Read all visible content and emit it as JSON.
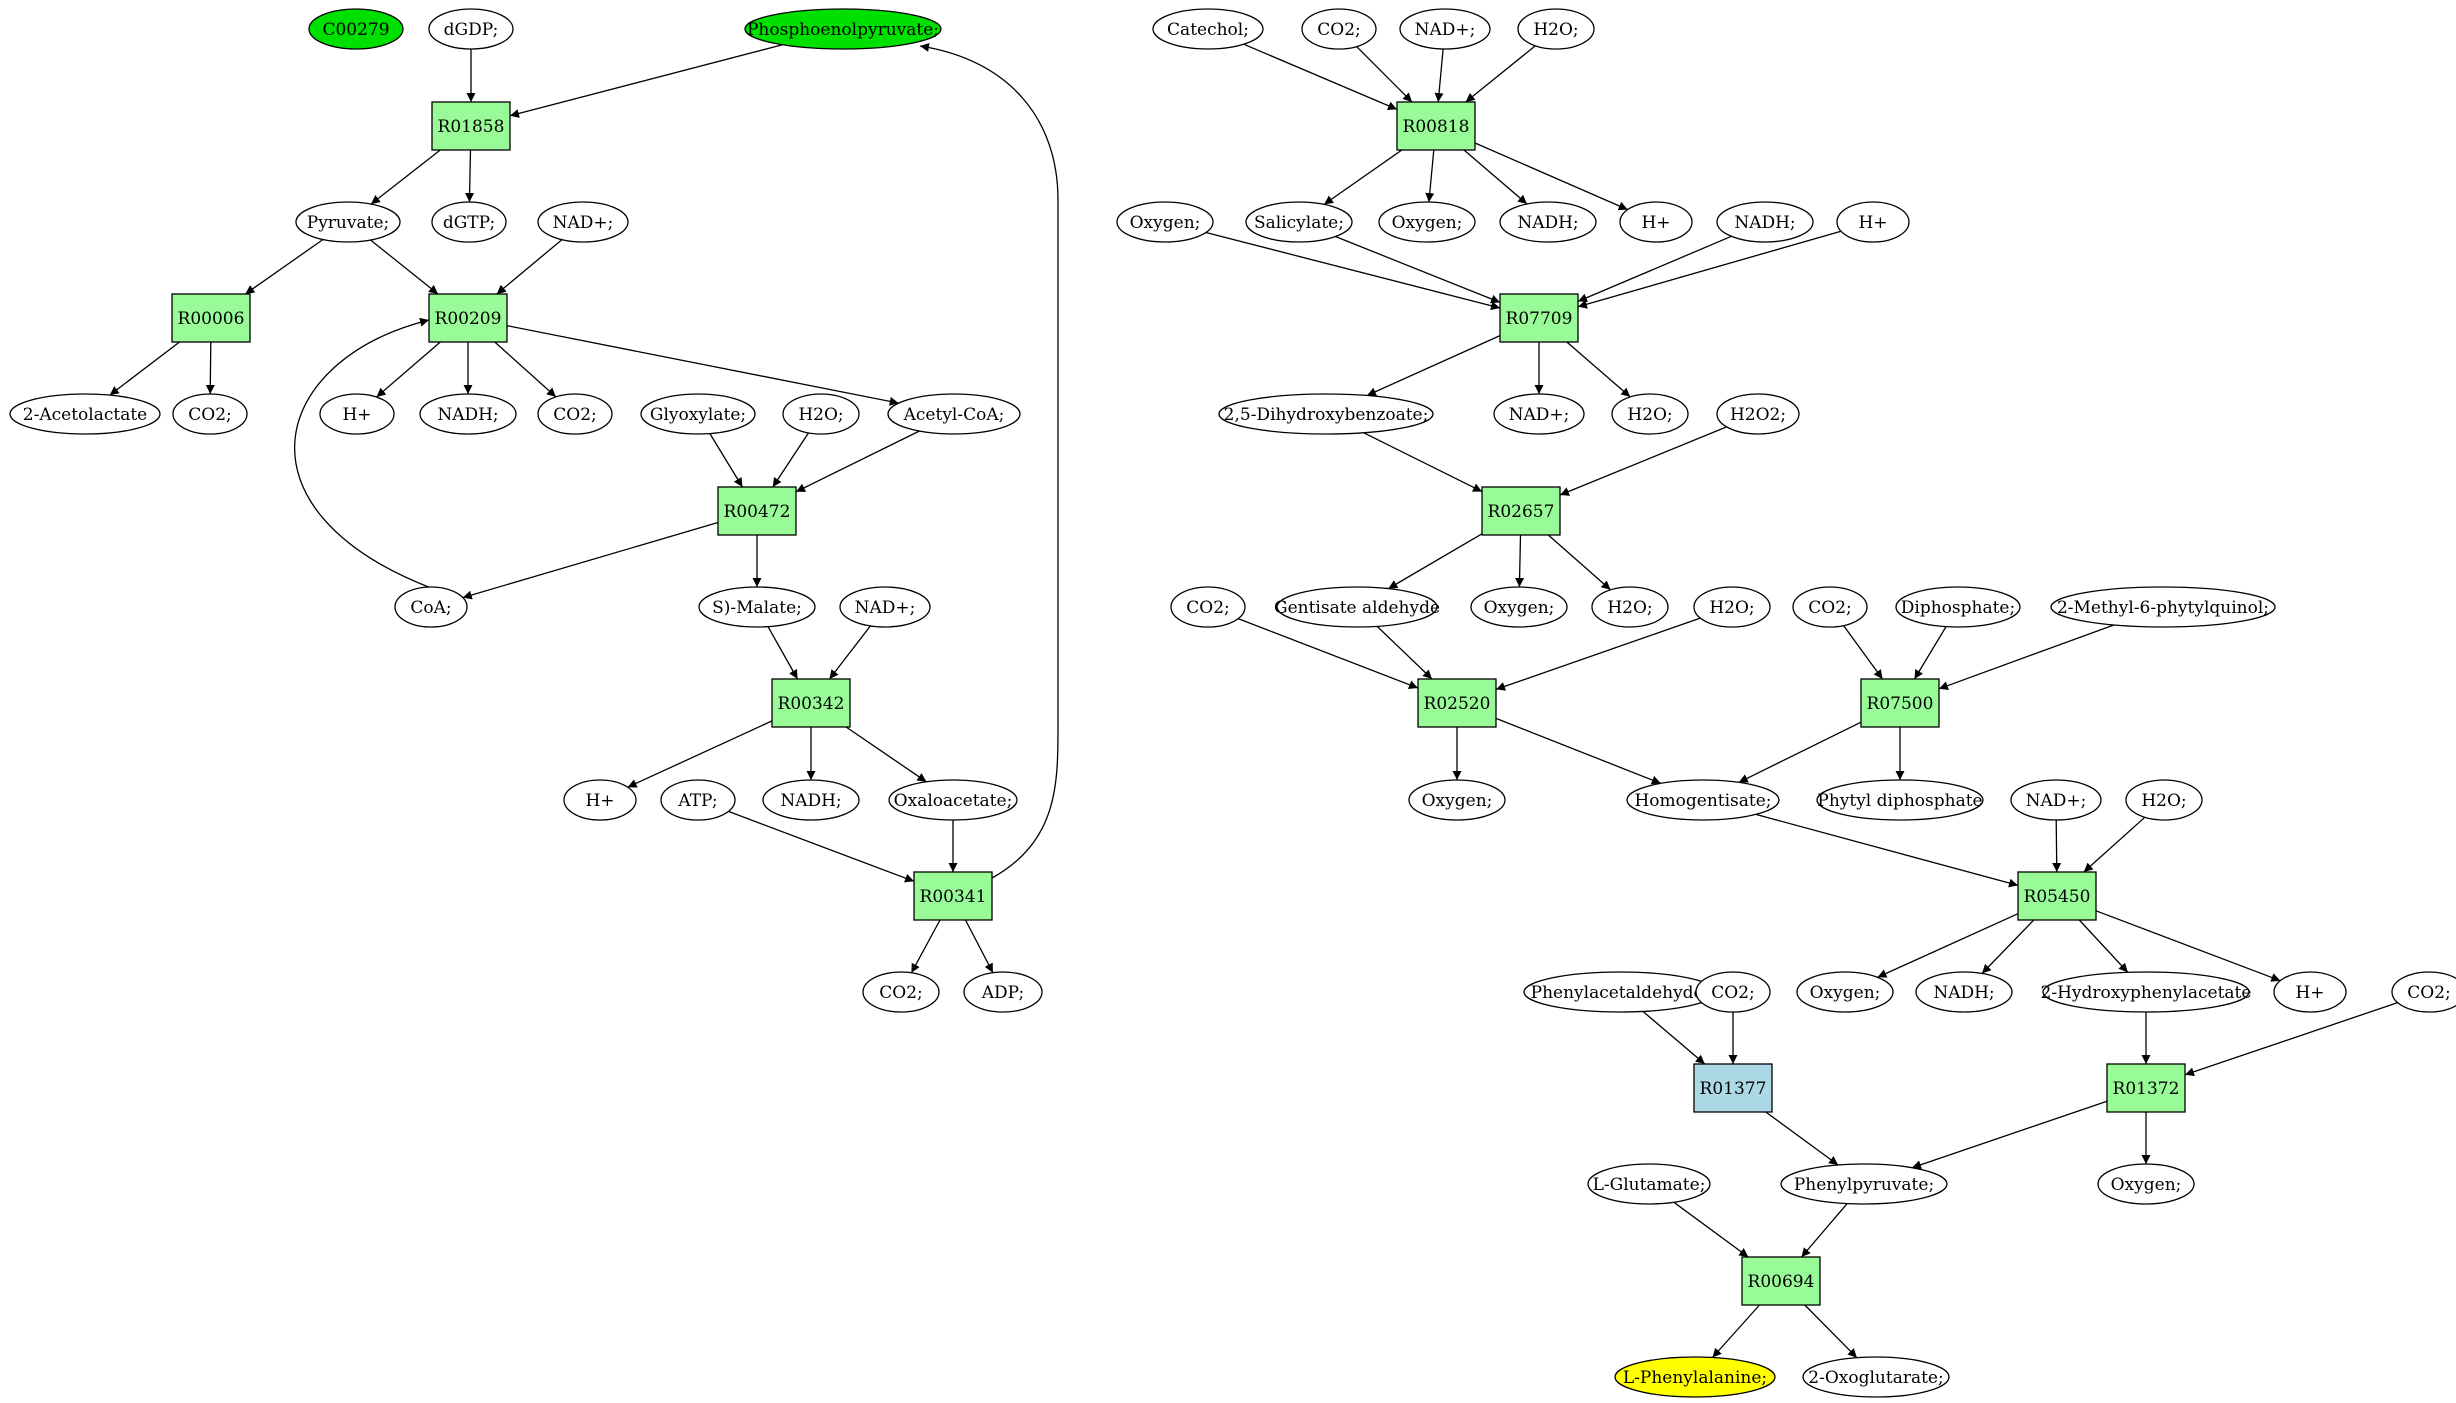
{
  "colors": {
    "reaction": "#98fb98",
    "reaction_highlight": "#add8e6",
    "compound": "#ffffff",
    "compound_green": "#00e000",
    "compound_yellow": "#ffff00",
    "edge": "#000000"
  },
  "compounds": [
    {
      "id": "c_c00279",
      "label": "C00279",
      "fill": "green"
    },
    {
      "id": "c_dgdp",
      "label": "dGDP;"
    },
    {
      "id": "c_pep",
      "label": "Phosphoenolpyruvate;",
      "fill": "green"
    },
    {
      "id": "c_pyruvate",
      "label": "Pyruvate;"
    },
    {
      "id": "c_dgtp",
      "label": "dGTP;"
    },
    {
      "id": "c_nad1",
      "label": "NAD+;"
    },
    {
      "id": "c_acetolactate",
      "label": "2-Acetolactate"
    },
    {
      "id": "c_co2_a",
      "label": "CO2;"
    },
    {
      "id": "c_h_a",
      "label": "H+"
    },
    {
      "id": "c_nadh_a",
      "label": "NADH;"
    },
    {
      "id": "c_co2_b",
      "label": "CO2;"
    },
    {
      "id": "c_glyoxylate",
      "label": "Glyoxylate;"
    },
    {
      "id": "c_h2o_a",
      "label": "H2O;"
    },
    {
      "id": "c_acetylcoa",
      "label": "Acetyl-CoA;"
    },
    {
      "id": "c_coa",
      "label": "CoA;"
    },
    {
      "id": "c_smalate",
      "label": "S)-Malate;"
    },
    {
      "id": "c_nad2",
      "label": "NAD+;"
    },
    {
      "id": "c_h_b",
      "label": "H+"
    },
    {
      "id": "c_atp",
      "label": "ATP;"
    },
    {
      "id": "c_nadh_b",
      "label": "NADH;"
    },
    {
      "id": "c_oxaloacetate",
      "label": "Oxaloacetate;"
    },
    {
      "id": "c_co2_c",
      "label": "CO2;"
    },
    {
      "id": "c_adp",
      "label": "ADP;"
    },
    {
      "id": "c_catechol",
      "label": "Catechol;"
    },
    {
      "id": "c_co2_d",
      "label": "CO2;"
    },
    {
      "id": "c_nad3",
      "label": "NAD+;"
    },
    {
      "id": "c_h2o_b",
      "label": "H2O;"
    },
    {
      "id": "c_oxygen_a",
      "label": "Oxygen;"
    },
    {
      "id": "c_salicylate",
      "label": "Salicylate;"
    },
    {
      "id": "c_oxygen_b",
      "label": "Oxygen;"
    },
    {
      "id": "c_nadh_c",
      "label": "NADH;"
    },
    {
      "id": "c_h_c",
      "label": "H+"
    },
    {
      "id": "c_nadh_d",
      "label": "NADH;"
    },
    {
      "id": "c_h_d",
      "label": "H+"
    },
    {
      "id": "c_dhb",
      "label": "2,5-Dihydroxybenzoate;"
    },
    {
      "id": "c_nad4",
      "label": "NAD+;"
    },
    {
      "id": "c_h2o_c",
      "label": "H2O;"
    },
    {
      "id": "c_h2o2",
      "label": "H2O2;"
    },
    {
      "id": "c_co2_e",
      "label": "CO2;"
    },
    {
      "id": "c_gentisald",
      "label": "Gentisate aldehyde"
    },
    {
      "id": "c_oxygen_c",
      "label": "Oxygen;"
    },
    {
      "id": "c_h2o_d",
      "label": "H2O;"
    },
    {
      "id": "c_h2o_e",
      "label": "H2O;"
    },
    {
      "id": "c_co2_f",
      "label": "CO2;"
    },
    {
      "id": "c_diphosphate",
      "label": "Diphosphate;"
    },
    {
      "id": "c_mpq",
      "label": "2-Methyl-6-phytylquinol;"
    },
    {
      "id": "c_oxygen_d",
      "label": "Oxygen;"
    },
    {
      "id": "c_homogentisate",
      "label": "Homogentisate;"
    },
    {
      "id": "c_phytyldp",
      "label": "Phytyl diphosphate"
    },
    {
      "id": "c_nad5",
      "label": "NAD+;"
    },
    {
      "id": "c_h2o_f",
      "label": "H2O;"
    },
    {
      "id": "c_phenylacetald",
      "label": "Phenylacetaldehyde;"
    },
    {
      "id": "c_co2_g",
      "label": "CO2;"
    },
    {
      "id": "c_oxygen_e",
      "label": "Oxygen;"
    },
    {
      "id": "c_nadh_e",
      "label": "NADH;"
    },
    {
      "id": "c_hpa",
      "label": "2-Hydroxyphenylacetate"
    },
    {
      "id": "c_h_e",
      "label": "H+"
    },
    {
      "id": "c_co2_h",
      "label": "CO2;"
    },
    {
      "id": "c_glutamate",
      "label": "L-Glutamate;"
    },
    {
      "id": "c_phenylpyruvate",
      "label": "Phenylpyruvate;"
    },
    {
      "id": "c_oxygen_f",
      "label": "Oxygen;"
    },
    {
      "id": "c_phenylalanine",
      "label": "L-Phenylalanine;",
      "fill": "yellow"
    },
    {
      "id": "c_oxoglutarate",
      "label": "2-Oxoglutarate;"
    }
  ],
  "reactions": [
    {
      "id": "r01858",
      "label": "R01858"
    },
    {
      "id": "r00006",
      "label": "R00006"
    },
    {
      "id": "r00209",
      "label": "R00209"
    },
    {
      "id": "r00472",
      "label": "R00472"
    },
    {
      "id": "r00342",
      "label": "R00342"
    },
    {
      "id": "r00341",
      "label": "R00341"
    },
    {
      "id": "r00818",
      "label": "R00818"
    },
    {
      "id": "r07709",
      "label": "R07709"
    },
    {
      "id": "r02657",
      "label": "R02657"
    },
    {
      "id": "r02520",
      "label": "R02520"
    },
    {
      "id": "r07500",
      "label": "R07500"
    },
    {
      "id": "r05450",
      "label": "R05450"
    },
    {
      "id": "r01377",
      "label": "R01377",
      "highlight": true
    },
    {
      "id": "r01372",
      "label": "R01372"
    },
    {
      "id": "r00694",
      "label": "R00694"
    }
  ],
  "edges": [
    [
      "c_dgdp",
      "r01858"
    ],
    [
      "c_pep",
      "r01858"
    ],
    [
      "r01858",
      "c_pyruvate"
    ],
    [
      "r01858",
      "c_dgtp"
    ],
    [
      "c_pyruvate",
      "r00006"
    ],
    [
      "c_pyruvate",
      "r00209"
    ],
    [
      "c_nad1",
      "r00209"
    ],
    [
      "c_coa",
      "r00209"
    ],
    [
      "r00006",
      "c_acetolactate"
    ],
    [
      "r00006",
      "c_co2_a"
    ],
    [
      "r00209",
      "c_h_a"
    ],
    [
      "r00209",
      "c_nadh_a"
    ],
    [
      "r00209",
      "c_co2_b"
    ],
    [
      "r00209",
      "c_acetylcoa"
    ],
    [
      "c_glyoxylate",
      "r00472"
    ],
    [
      "c_h2o_a",
      "r00472"
    ],
    [
      "c_acetylcoa",
      "r00472"
    ],
    [
      "r00472",
      "c_coa"
    ],
    [
      "r00472",
      "c_smalate"
    ],
    [
      "c_smalate",
      "r00342"
    ],
    [
      "c_nad2",
      "r00342"
    ],
    [
      "r00342",
      "c_h_b"
    ],
    [
      "r00342",
      "c_nadh_b"
    ],
    [
      "r00342",
      "c_oxaloacetate"
    ],
    [
      "c_atp",
      "r00341"
    ],
    [
      "c_oxaloacetate",
      "r00341"
    ],
    [
      "r00341",
      "c_co2_c"
    ],
    [
      "r00341",
      "c_adp"
    ],
    [
      "r00341",
      "c_pep"
    ],
    [
      "c_catechol",
      "r00818"
    ],
    [
      "c_co2_d",
      "r00818"
    ],
    [
      "c_nad3",
      "r00818"
    ],
    [
      "c_h2o_b",
      "r00818"
    ],
    [
      "r00818",
      "c_salicylate"
    ],
    [
      "r00818",
      "c_oxygen_b"
    ],
    [
      "r00818",
      "c_nadh_c"
    ],
    [
      "r00818",
      "c_h_c"
    ],
    [
      "c_oxygen_a",
      "r07709"
    ],
    [
      "c_salicylate",
      "r07709"
    ],
    [
      "c_nadh_d",
      "r07709"
    ],
    [
      "c_h_d",
      "r07709"
    ],
    [
      "r07709",
      "c_dhb"
    ],
    [
      "r07709",
      "c_nad4"
    ],
    [
      "r07709",
      "c_h2o_c"
    ],
    [
      "c_dhb",
      "r02657"
    ],
    [
      "c_h2o2",
      "r02657"
    ],
    [
      "r02657",
      "c_gentisald"
    ],
    [
      "r02657",
      "c_oxygen_c"
    ],
    [
      "r02657",
      "c_h2o_d"
    ],
    [
      "c_co2_e",
      "r02520"
    ],
    [
      "c_gentisald",
      "r02520"
    ],
    [
      "c_h2o_e",
      "r02520"
    ],
    [
      "r02520",
      "c_oxygen_d"
    ],
    [
      "r02520",
      "c_homogentisate"
    ],
    [
      "c_co2_f",
      "r07500"
    ],
    [
      "c_diphosphate",
      "r07500"
    ],
    [
      "c_mpq",
      "r07500"
    ],
    [
      "r07500",
      "c_homogentisate"
    ],
    [
      "r07500",
      "c_phytyldp"
    ],
    [
      "c_homogentisate",
      "r05450"
    ],
    [
      "c_nad5",
      "r05450"
    ],
    [
      "c_h2o_f",
      "r05450"
    ],
    [
      "r05450",
      "c_oxygen_e"
    ],
    [
      "r05450",
      "c_nadh_e"
    ],
    [
      "r05450",
      "c_hpa"
    ],
    [
      "r05450",
      "c_h_e"
    ],
    [
      "c_phenylacetald",
      "r01377"
    ],
    [
      "c_co2_g",
      "r01377"
    ],
    [
      "r01377",
      "c_phenylpyruvate"
    ],
    [
      "c_hpa",
      "r01372"
    ],
    [
      "c_co2_h",
      "r01372"
    ],
    [
      "r01372",
      "c_phenylpyruvate"
    ],
    [
      "r01372",
      "c_oxygen_f"
    ],
    [
      "c_glutamate",
      "r00694"
    ],
    [
      "c_phenylpyruvate",
      "r00694"
    ],
    [
      "r00694",
      "c_phenylalanine"
    ],
    [
      "r00694",
      "c_oxoglutarate"
    ]
  ]
}
